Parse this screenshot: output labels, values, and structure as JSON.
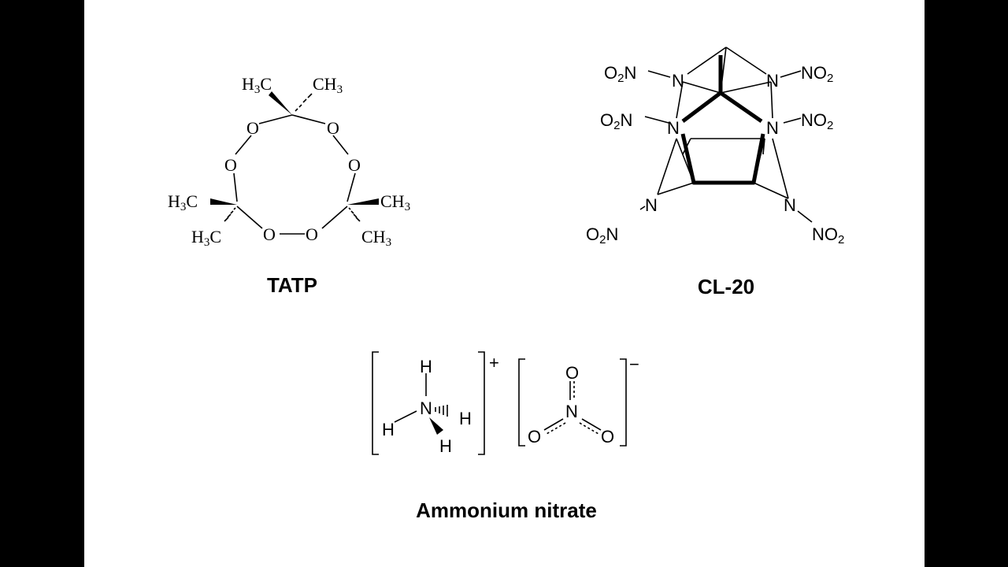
{
  "molecules": {
    "tatp": {
      "caption": "TATP",
      "atoms": {
        "oxygen": "O",
        "ch3_top_left": "H3C",
        "ch3_top_right": "CH3",
        "ch3_mid_left": "H3C",
        "ch3_mid_right": "CH3",
        "ch3_bot_left": "H3C",
        "ch3_bot_right": "CH3"
      }
    },
    "cl20": {
      "caption": "CL-20",
      "atoms": {
        "nitrogen": "N",
        "nitro_left": "O2N",
        "nitro_right": "NO2"
      }
    },
    "ammonium_nitrate": {
      "caption": "Ammonium nitrate",
      "cation": {
        "center": "N",
        "hydrogen": "H",
        "charge": "+"
      },
      "anion": {
        "center": "N",
        "oxygen": "O",
        "charge": "−"
      }
    }
  },
  "colors": {
    "background": "#000000",
    "slide": "#ffffff",
    "ink": "#000000"
  }
}
